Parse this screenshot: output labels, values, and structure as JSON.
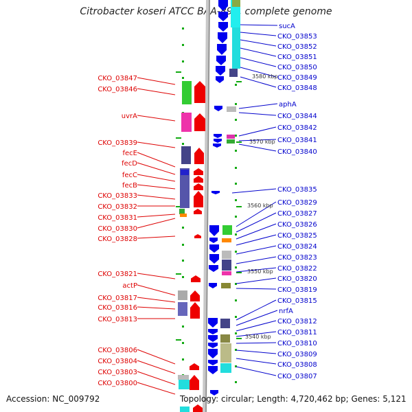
{
  "title": "Citrobacter koseri ATCC BAA-895, complete genome",
  "accession": "Accession: NC_009792",
  "summary": "Topology: circular; Length: 4,720,462 bp; Genes: 5,121",
  "colors": {
    "left_label": "#dd0000",
    "right_label": "#0000cc",
    "forward_arrow": "#ee0000",
    "reverse_arrow": "#0000ee",
    "backbone": "#999999",
    "tick": "#11aa11"
  },
  "scale_labels": [
    "3580 kbp",
    "3570 kbp",
    "3560 kbp",
    "3550 kbp",
    "3540 kbp"
  ],
  "left_genes": [
    "CKO_03847",
    "CKO_03846",
    "uvrA",
    "CKO_03839",
    "fecE",
    "fecD",
    "fecC",
    "fecB",
    "CKO_03833",
    "CKO_03832",
    "CKO_03831",
    "CKO_03830",
    "CKO_03828",
    "CKO_03821",
    "actP",
    "CKO_03817",
    "CKO_03816",
    "CKO_03813",
    "CKO_03806",
    "CKO_03804",
    "CKO_03803",
    "CKO_03800"
  ],
  "right_genes": [
    "sucA",
    "CKO_03853",
    "CKO_03852",
    "CKO_03851",
    "CKO_03850",
    "CKO_03849",
    "CKO_03848",
    "aphA",
    "CKO_03844",
    "CKO_03842",
    "CKO_03841",
    "CKO_03840",
    "CKO_03835",
    "CKO_03829",
    "CKO_03827",
    "CKO_03826",
    "CKO_03825",
    "CKO_03824",
    "CKO_03823",
    "CKO_03822",
    "CKO_03820",
    "CKO_03819",
    "CKO_03815",
    "nrfA",
    "CKO_03812",
    "CKO_03811",
    "CKO_03810",
    "CKO_03809",
    "CKO_03808",
    "CKO_03807"
  ]
}
